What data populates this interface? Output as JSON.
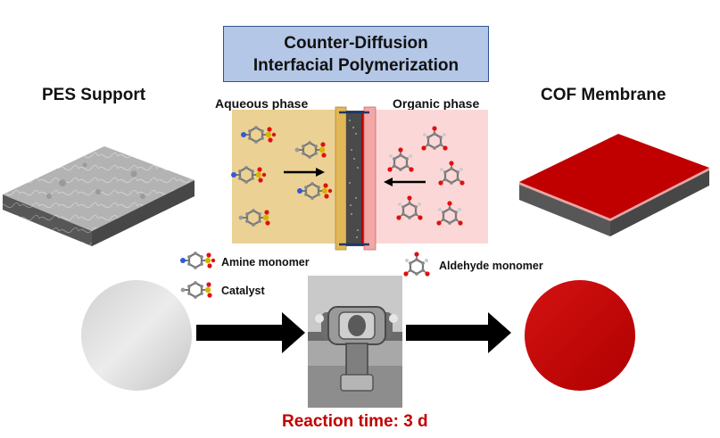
{
  "title": {
    "line1": "Counter-Diffusion",
    "line2": "Interfacial Polymerization"
  },
  "labels": {
    "pes_support": "PES Support",
    "cof_membrane": "COF Membrane",
    "aqueous_phase": "Aqueous phase",
    "organic_phase": "Organic phase",
    "amine_monomer": "Amine monomer",
    "catalyst": "Catalyst",
    "aldehyde_monomer": "Aldehyde monomer",
    "reaction_time": "Reaction time: 3 d"
  },
  "colors": {
    "aqueous": "#ecd194",
    "organic": "#fcd7d7",
    "cof_red": "#c00000",
    "title_fill": "#b4c7e7",
    "support_grey": "#b3b3b3",
    "arrow": "#000000"
  },
  "icons": [
    "amine-molecule-icon",
    "catalyst-molecule-icon",
    "aldehyde-molecule-icon",
    "reactor-photo"
  ]
}
